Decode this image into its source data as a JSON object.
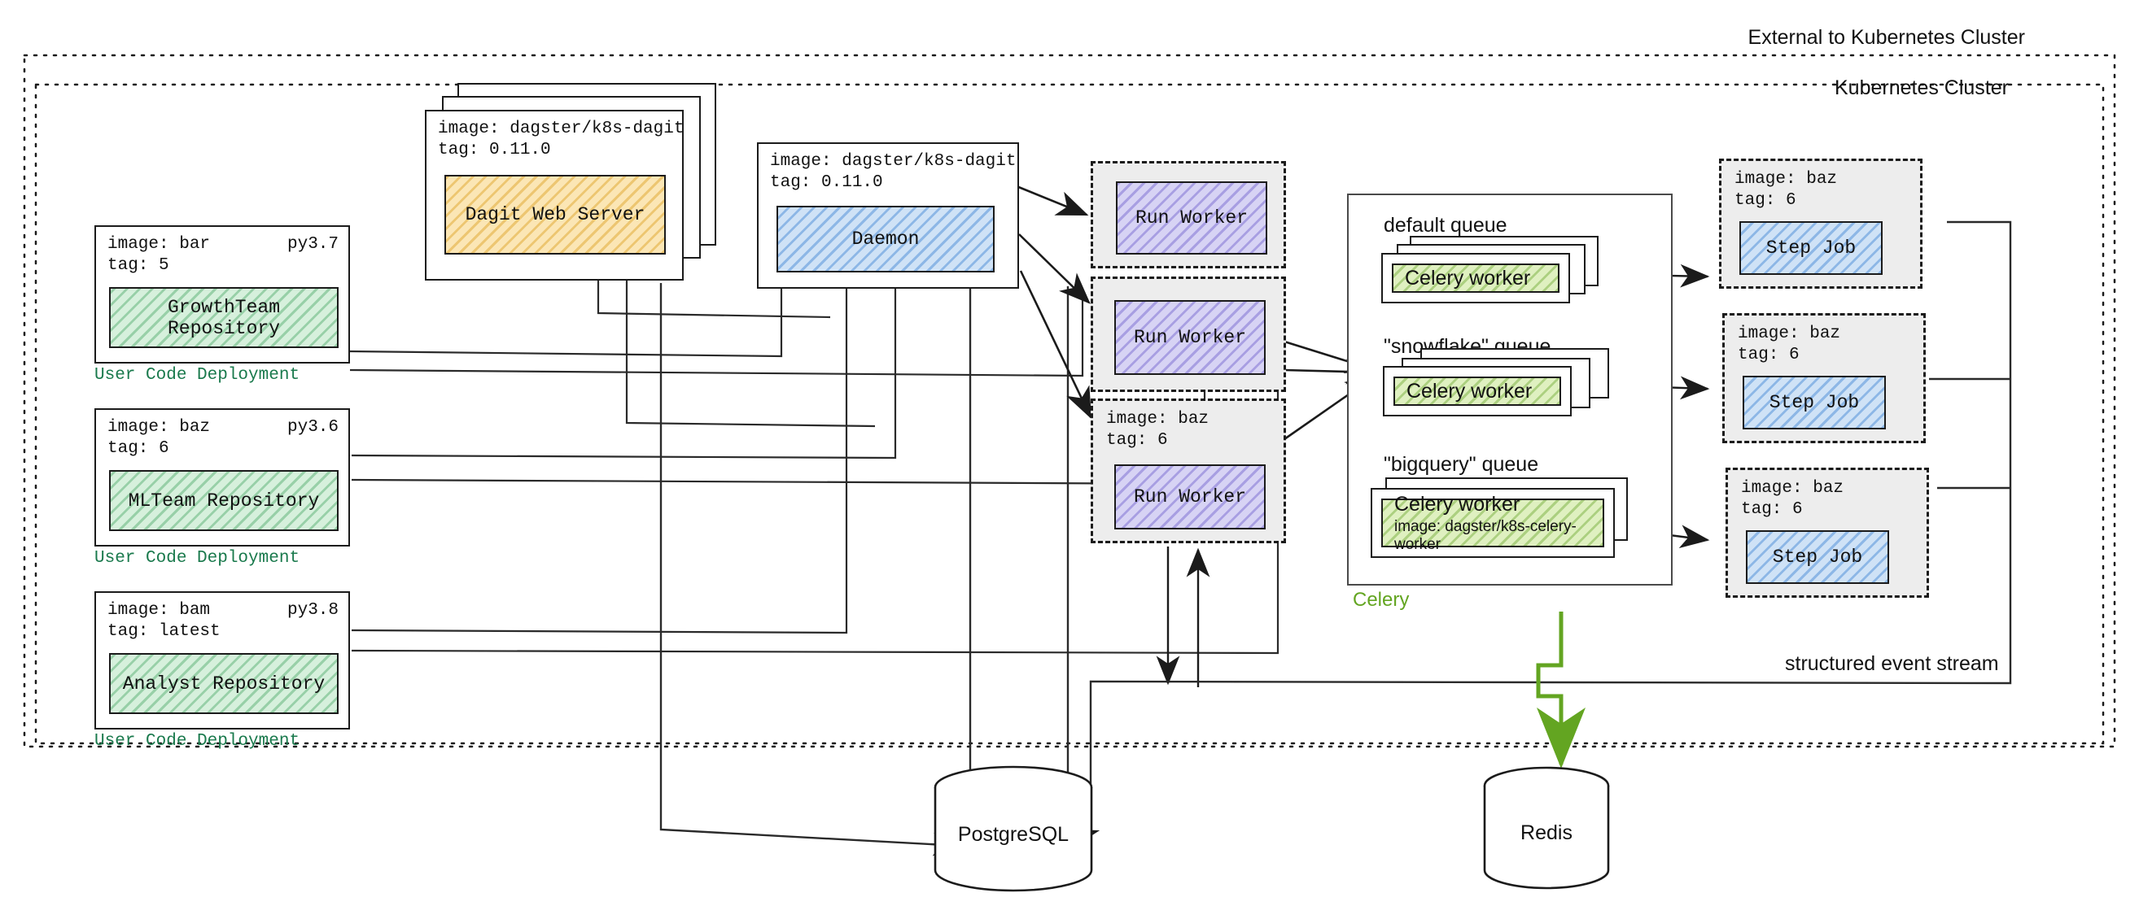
{
  "zones": {
    "external_label": "External to Kubernetes Cluster",
    "cluster_label": "Kubernetes Cluster",
    "event_stream_label": "structured event stream"
  },
  "user_code_deployments": [
    {
      "image_label": "image: bar",
      "tag_label": "tag: 5",
      "python_version": "py3.7",
      "repository": "GrowthTeam Repository",
      "caption": "User Code Deployment"
    },
    {
      "image_label": "image: baz",
      "tag_label": "tag: 6",
      "python_version": "py3.6",
      "repository": "MLTeam Repository",
      "caption": "User Code Deployment"
    },
    {
      "image_label": "image: bam",
      "tag_label": "tag: latest",
      "python_version": "py3.8",
      "repository": "Analyst Repository",
      "caption": "User Code Deployment"
    }
  ],
  "dagit": {
    "image_label": "image: dagster/k8s-dagit",
    "tag_label": "tag: 0.11.0",
    "title": "Dagit Web Server"
  },
  "daemon": {
    "image_label": "image: dagster/k8s-dagit",
    "tag_label": "tag: 0.11.0",
    "title": "Daemon"
  },
  "run_workers": [
    {
      "title": "Run Worker",
      "image_label": "",
      "tag_label": ""
    },
    {
      "title": "Run Worker",
      "image_label": "",
      "tag_label": ""
    },
    {
      "title": "Run Worker",
      "image_label": "image: baz",
      "tag_label": "tag: 6"
    }
  ],
  "celery": {
    "caption": "Celery",
    "queues": [
      {
        "label": "default queue",
        "worker": "Celery worker",
        "worker_image": ""
      },
      {
        "label": "\"snowflake\" queue",
        "worker": "Celery worker",
        "worker_image": ""
      },
      {
        "label": "\"bigquery\" queue",
        "worker": "Celery worker",
        "worker_image": "image: dagster/k8s-celery-worker"
      }
    ]
  },
  "step_jobs": [
    {
      "image_label": "image: baz",
      "tag_label": "tag: 6",
      "title": "Step Job"
    },
    {
      "image_label": "image: baz",
      "tag_label": "tag: 6",
      "title": "Step Job"
    },
    {
      "image_label": "image: baz",
      "tag_label": "tag: 6",
      "title": "Step Job"
    }
  ],
  "databases": [
    {
      "name": "PostgreSQL"
    },
    {
      "name": "Redis"
    }
  ],
  "colors": {
    "repository_fill": "#d6f0dc",
    "dagit_fill": "#fbe6b5",
    "daemon_fill": "#cfe2f6",
    "run_worker_fill": "#d7d3f4",
    "step_job_fill": "#cfe2f6",
    "celery_worker_fill": "#dff0c0",
    "deployment_caption": "#19794c",
    "celery_caption": "#63a521",
    "celery_arrow": "#63a521",
    "job_wrapper_fill": "#ededed"
  }
}
